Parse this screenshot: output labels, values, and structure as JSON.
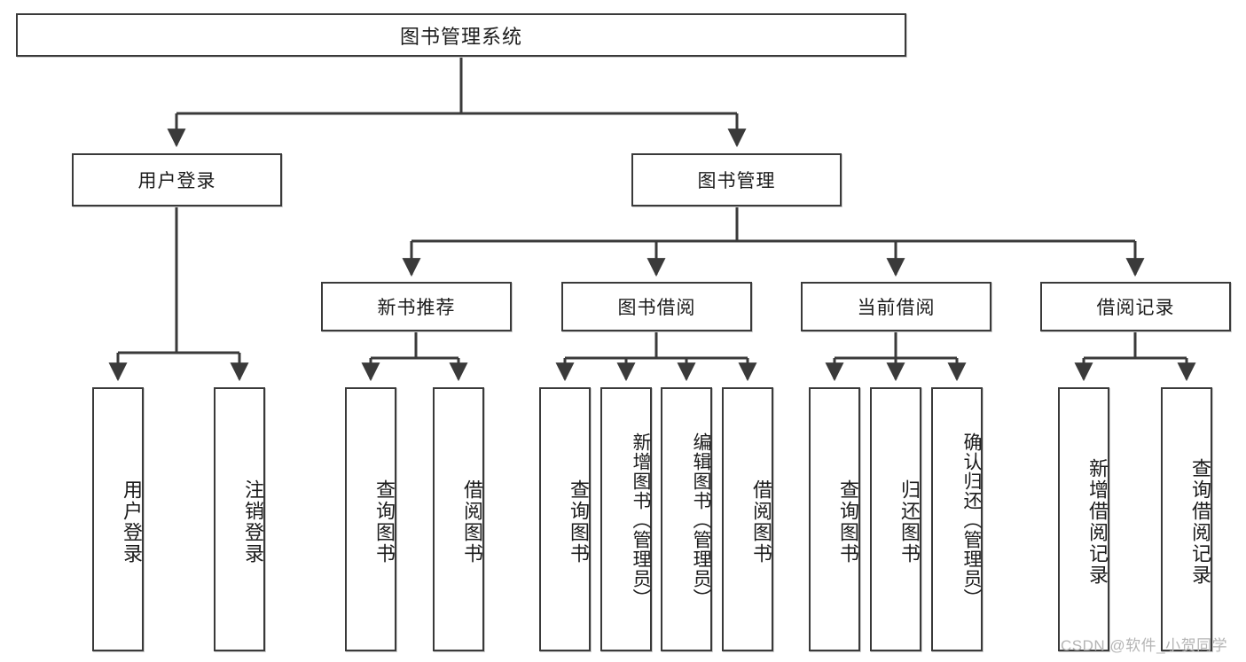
{
  "diagram": {
    "title": "图书管理系统",
    "type": "hierarchy-tree",
    "root": {
      "id": "root",
      "label": "图书管理系统",
      "orientation": "horizontal"
    },
    "level2": [
      {
        "id": "user-login",
        "label": "用户登录",
        "orientation": "horizontal"
      },
      {
        "id": "book-manage",
        "label": "图书管理",
        "orientation": "horizontal"
      }
    ],
    "level3": [
      {
        "id": "new-book-recommend",
        "label": "新书推荐",
        "parent": "book-manage",
        "orientation": "horizontal"
      },
      {
        "id": "book-borrow",
        "label": "图书借阅",
        "parent": "book-manage",
        "orientation": "horizontal"
      },
      {
        "id": "current-borrow",
        "label": "当前借阅",
        "parent": "book-manage",
        "orientation": "horizontal"
      },
      {
        "id": "borrow-record",
        "label": "借阅记录",
        "parent": "book-manage",
        "orientation": "horizontal"
      }
    ],
    "leaves": [
      {
        "id": "leaf-user-login",
        "label": "用户登录",
        "parent": "user-login",
        "orientation": "vertical"
      },
      {
        "id": "leaf-user-logout",
        "label": "注销登录",
        "parent": "user-login",
        "orientation": "vertical"
      },
      {
        "id": "leaf-query-book-1",
        "label": "查询图书",
        "parent": "new-book-recommend",
        "orientation": "vertical"
      },
      {
        "id": "leaf-borrow-book-1",
        "label": "借阅图书",
        "parent": "new-book-recommend",
        "orientation": "vertical"
      },
      {
        "id": "leaf-query-book-2",
        "label": "查询图书",
        "parent": "book-borrow",
        "orientation": "vertical"
      },
      {
        "id": "leaf-add-book",
        "label": "新增图书（管理员）",
        "parent": "book-borrow",
        "orientation": "vertical"
      },
      {
        "id": "leaf-edit-book",
        "label": "编辑图书（管理员）",
        "parent": "book-borrow",
        "orientation": "vertical"
      },
      {
        "id": "leaf-borrow-book-2",
        "label": "借阅图书",
        "parent": "book-borrow",
        "orientation": "vertical"
      },
      {
        "id": "leaf-query-book-3",
        "label": "查询图书",
        "parent": "current-borrow",
        "orientation": "vertical"
      },
      {
        "id": "leaf-return-book",
        "label": "归还图书",
        "parent": "current-borrow",
        "orientation": "vertical"
      },
      {
        "id": "leaf-confirm-return",
        "label": "确认归还（管理员）",
        "parent": "current-borrow",
        "orientation": "vertical"
      },
      {
        "id": "leaf-add-record",
        "label": "新增借阅记录",
        "parent": "borrow-record",
        "orientation": "vertical"
      },
      {
        "id": "leaf-query-record",
        "label": "查询借阅记录",
        "parent": "borrow-record",
        "orientation": "vertical"
      }
    ],
    "watermark": "CSDN @软件_小贺同学",
    "colors": {
      "stroke": "#3a3a3a",
      "background": "#ffffff",
      "text": "#1b1b1b",
      "watermark": "#b5b5b5"
    }
  }
}
